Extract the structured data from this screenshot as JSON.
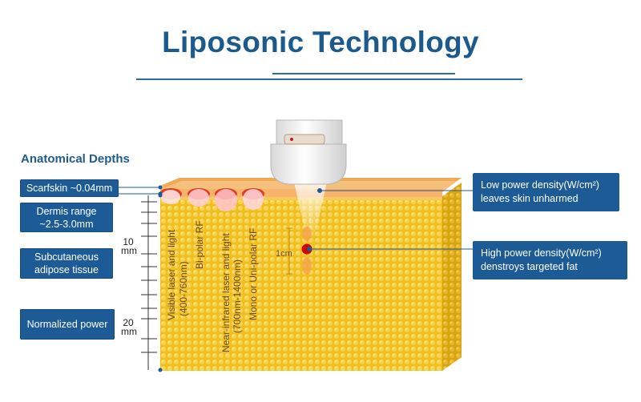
{
  "header": {
    "title": "Liposonic Technology"
  },
  "diagram": {
    "section_title": "Anatomical Depths",
    "left_labels": [
      "Scarfskin ~0.04mm",
      "Dermis range ~2.5-3.0mm",
      "Subcutaneous adipose tissue",
      "Normalized power"
    ],
    "right_callouts": [
      {
        "line1": "Low power density(W/cm²)",
        "line2": "leaves skin unharmed"
      },
      {
        "line1": "High power density(W/cm²)",
        "line2": "denstroys targeted fat"
      }
    ],
    "scale": {
      "mark_10": "10",
      "mark_20": "20",
      "unit": "mm"
    },
    "depth_labels": [
      "Visible laser and light",
      "(400-760nm)",
      "Bi-polar RF",
      "Near-infrared laser and light",
      "(700nm-1400nm)",
      "Mono or Uni-polar RF"
    ],
    "focus_label": "1cm",
    "colors": {
      "title": "#1d5a8c",
      "label_box": "#1c5b95",
      "tissue": "#f2c230",
      "skin": "#f6c48a",
      "focal_point": "#d40000"
    },
    "icons": [
      "ultrasound-transducer",
      "focal-point"
    ]
  }
}
